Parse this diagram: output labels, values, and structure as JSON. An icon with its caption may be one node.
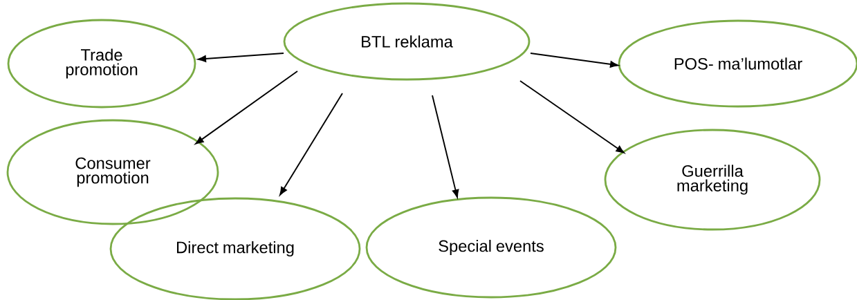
{
  "diagram": {
    "nodes": [
      {
        "text": [
          "BTL reklama"
        ]
      },
      {
        "text": [
          "Trade promotion"
        ]
      },
      {
        "text": [
          "POS- ma’lumotlar"
        ]
      },
      {
        "text": [
          "Consumer promotion"
        ]
      },
      {
        "text": [
          "Guerrilla marketing"
        ]
      },
      {
        "text": [
          "Direct marketing"
        ]
      },
      {
        "text": [
          "Special events"
        ]
      }
    ],
    "edges": [
      {
        "from": 0,
        "to": 1,
        "arrow": "to"
      },
      {
        "from": 0,
        "to": 2,
        "arrow": "to"
      },
      {
        "from": 0,
        "to": 3,
        "arrow": "to"
      },
      {
        "from": 0,
        "to": 4,
        "arrow": "to"
      },
      {
        "from": 0,
        "to": 5,
        "arrow": "to"
      },
      {
        "from": 0,
        "to": 6,
        "arrow": "to"
      }
    ]
  }
}
